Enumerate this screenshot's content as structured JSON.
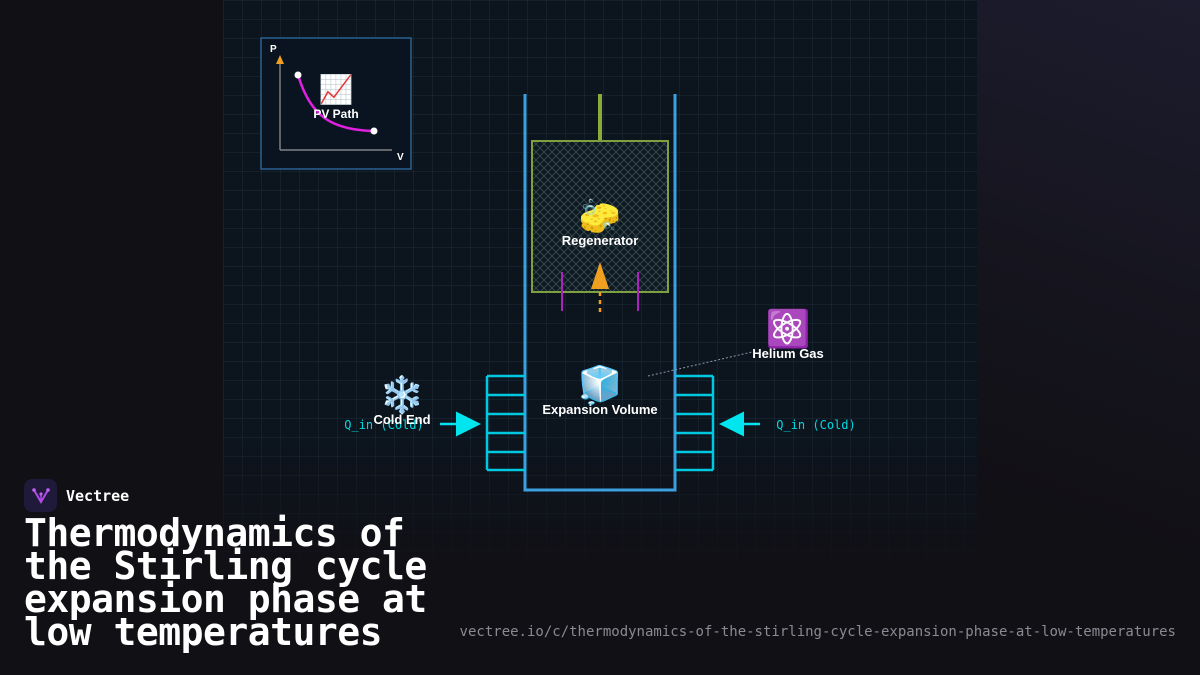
{
  "pv_inset": {
    "y_axis": "P",
    "x_axis": "V",
    "label": "PV Path",
    "icon": "chart-increasing-icon",
    "icon_glyph": "📈",
    "curve_color": "#e020e0"
  },
  "regenerator": {
    "label": "Regenerator",
    "icon": "sponge-icon",
    "icon_glyph": "🧽",
    "border_color": "#7ea040"
  },
  "expansion_volume": {
    "label": "Expansion Volume",
    "icon": "ice-cube-icon",
    "icon_glyph": "🧊"
  },
  "helium_gas": {
    "label": "Helium Gas",
    "icon": "atom-icon",
    "icon_glyph": "⚛️"
  },
  "cold_end": {
    "label": "Cold End",
    "icon": "snowflake-icon",
    "icon_glyph": "❄️"
  },
  "heat_flow": {
    "left_label": "Q_in (Cold)",
    "right_label": "Q_in (Cold)",
    "color": "#00e5ee"
  },
  "colors": {
    "cylinder": "#3aa0e0",
    "piston_rod": "#8aaa3a",
    "flow_arrow": "#f0a020",
    "guides": "#b020c0"
  },
  "brand": {
    "name": "Vectree",
    "icon": "vectree-logo-icon"
  },
  "title": "Thermodynamics of the Stirling cycle expansion phase at low temperatures",
  "url": "vectree.io/c/thermodynamics-of-the-stirling-cycle-expansion-phase-at-low-temperatures"
}
